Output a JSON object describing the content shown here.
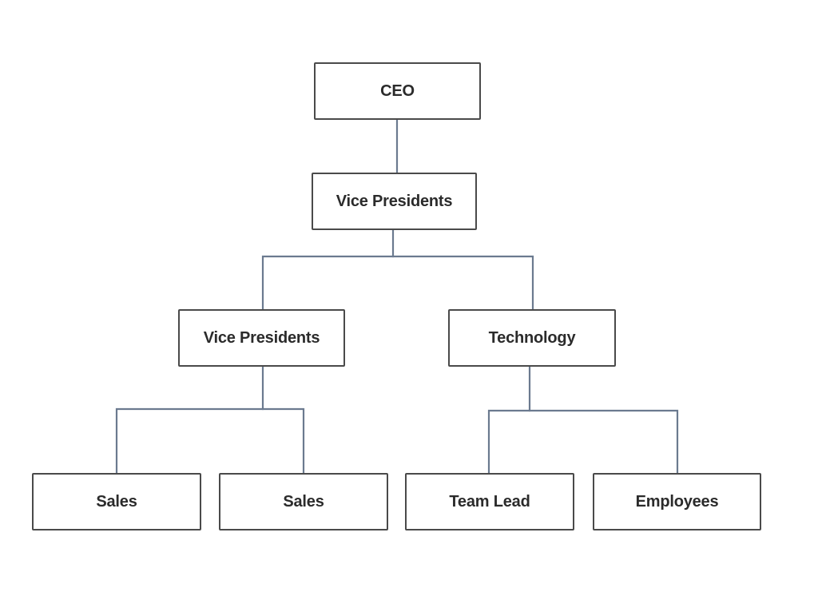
{
  "colors": {
    "connector": "#6b7a8f",
    "node_border": "#4a4a4a",
    "node_text": "#2b2b2b",
    "background": "#ffffff"
  },
  "nodes": {
    "ceo": "CEO",
    "vice_presidents": "Vice Presidents",
    "vice_presidents_2": "Vice Presidents",
    "technology": "Technology",
    "sales_1": "Sales",
    "sales_2": "Sales",
    "team_lead": "Team Lead",
    "employees": "Employees"
  }
}
